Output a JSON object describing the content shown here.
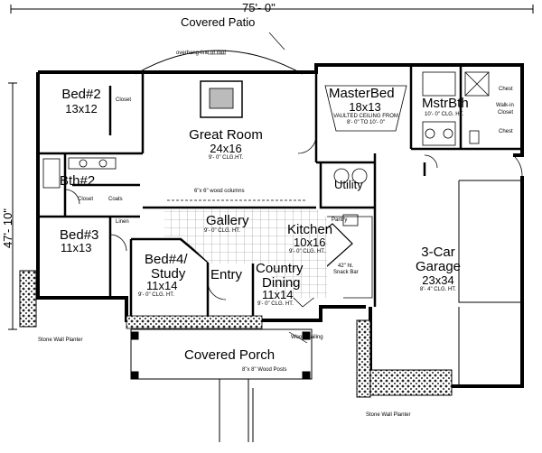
{
  "dimensions": {
    "width": "75'- 0\"",
    "depth": "47'- 10\""
  },
  "exterior": {
    "patio": "Covered Patio",
    "roof_note": "overhang-line of roof",
    "porch": "Covered Porch",
    "wood_posts": "8\"x 8\" Wood Posts",
    "wood_railing": "Wood Railing",
    "planter_left": "Stone Wall Planter",
    "planter_right": "Stone Wall Planter",
    "columns": "6\"x 6\" wood columns"
  },
  "rooms": {
    "bed2": {
      "name": "Bed#2",
      "size": "13x12"
    },
    "great": {
      "name": "Great Room",
      "size": "24x16",
      "note": "9'- 0\" CLG.HT."
    },
    "master": {
      "name": "MasterBed",
      "size": "18x13",
      "note1": "VAULTED CEILING FROM",
      "note2": "8'- 0\" TO 10'- 0\""
    },
    "mbath": {
      "name": "MstrBth",
      "note": "10'- 0\" CLG. HT."
    },
    "bath2": {
      "name": "Bth#2"
    },
    "bed3": {
      "name": "Bed#3",
      "size": "11x13"
    },
    "bed4": {
      "name1": "Bed#4/",
      "name2": "Study",
      "size": "11x14",
      "note": "9'- 0\" CLG. HT."
    },
    "gallery": {
      "name": "Gallery",
      "note": "9'- 0\" CLG. HT."
    },
    "kitchen": {
      "name": "Kitchen",
      "size": "10x16",
      "note": "9'- 0\" CLG. HT."
    },
    "dining": {
      "name1": "Country",
      "name2": "Dining",
      "size": "11x14",
      "note": "9'- 0\" CLG. HT."
    },
    "entry": {
      "name": "Entry"
    },
    "utility": {
      "name": "Utility"
    },
    "garage": {
      "name1": "3-Car",
      "name2": "Garage",
      "size": "23x34",
      "note": "8'- 4\" CLG. HT."
    }
  },
  "small_labels": {
    "closet_bed2": "Closet",
    "closet_bath": "Closet",
    "coats": "Coats",
    "linen": "Linen",
    "pantry": "Pantry",
    "snack_bar1": "42\" ht.",
    "snack_bar2": "Snack Bar",
    "chest_top": "Chest",
    "chest_bottom": "Chest",
    "walk_in1": "Walk-in",
    "walk_in2": "Closet"
  }
}
